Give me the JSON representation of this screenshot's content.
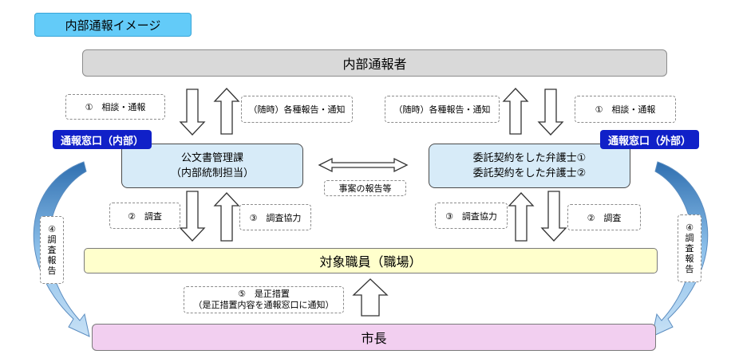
{
  "title": "内部通報イメージ",
  "nodes": {
    "whistleblower": "内部通報者",
    "internal_office": [
      "公文書管理課",
      "（内部統制担当）"
    ],
    "external_office": [
      "委託契約をした弁護士①",
      "委託契約をした弁護士②"
    ],
    "target_staff": "対象職員（職場）",
    "mayor": "市長"
  },
  "windows": {
    "internal": "通報窓口（内部）",
    "external": "通報窓口（外部）"
  },
  "labels": {
    "consult_left": "①　相談・通報",
    "notify_left": "（随時）各種報告・通知",
    "notify_right": "（随時）各種報告・通知",
    "consult_right": "①　相談・通報",
    "mutual": "事案の報告等",
    "survey_left": "②　調査",
    "cooperate_left": "③　調査協力",
    "cooperate_right": "③　調査協力",
    "survey_right": "②　調査",
    "corrective": [
      "⑤　是正措置",
      "（是正措置内容を通報窓口に通知）"
    ],
    "report_left": [
      "④",
      "調",
      "査",
      "報",
      "告"
    ],
    "report_right": [
      "④",
      "調",
      "査",
      "報",
      "告"
    ]
  },
  "colors": {
    "title_bg": "#63cbf8",
    "window_bg": "#1020c8",
    "office_bg": "#d7ebf8",
    "whistleblower_bg": "#d9d9d9",
    "target_bg": "#ffffcc",
    "mayor_bg": "#f2cff0",
    "curve_arrow": "#7fb3e0"
  }
}
